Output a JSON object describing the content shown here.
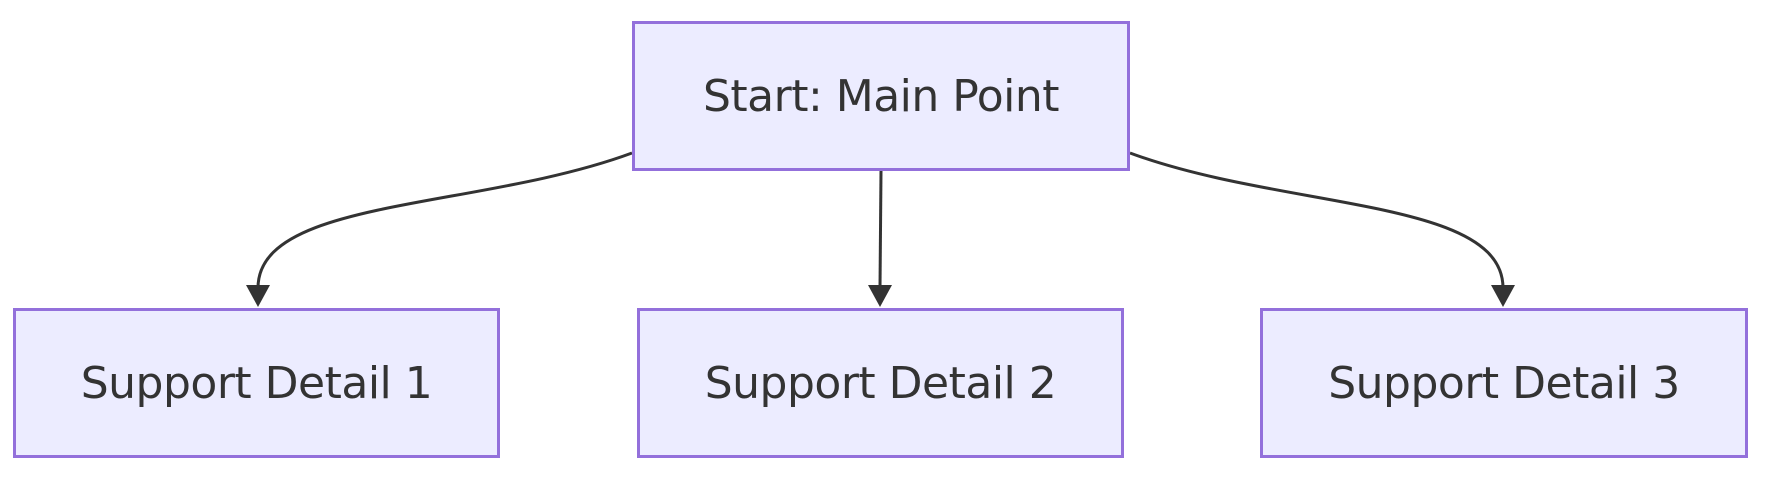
{
  "diagram": {
    "type": "flowchart",
    "direction": "top-down",
    "nodes": [
      {
        "id": "start",
        "label": "Start: Main Point"
      },
      {
        "id": "detail1",
        "label": "Support Detail 1"
      },
      {
        "id": "detail2",
        "label": "Support Detail 2"
      },
      {
        "id": "detail3",
        "label": "Support Detail 3"
      }
    ],
    "edges": [
      {
        "from": "start",
        "to": "detail1"
      },
      {
        "from": "start",
        "to": "detail2"
      },
      {
        "from": "start",
        "to": "detail3"
      }
    ],
    "colors": {
      "node_fill": "#ECECFF",
      "node_border": "#9370DB",
      "text": "#333333",
      "edge": "#333333",
      "background": "#FFFFFF"
    }
  }
}
